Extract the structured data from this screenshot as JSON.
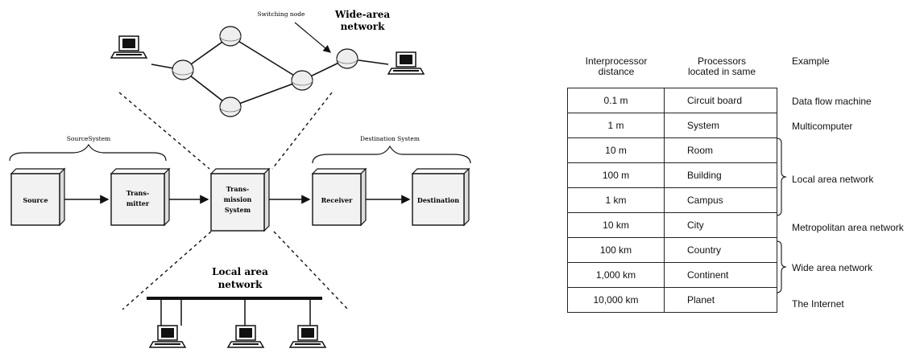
{
  "diagram": {
    "switching_node_label": "Switching node",
    "wan_label_line1": "Wide-area",
    "wan_label_line2": "network",
    "source_system_label": "SourceSystem",
    "destination_system_label": "Destination System",
    "blocks": {
      "source": "Source",
      "transmitter_line1": "Trans-",
      "transmitter_line2": "mitter",
      "transmission_line1": "Trans-",
      "transmission_line2": "mission",
      "transmission_line3": "System",
      "receiver": "Receiver",
      "destination": "Destination"
    },
    "lan_label_line1": "Local area",
    "lan_label_line2": "network"
  },
  "table": {
    "header_distance_line1": "Interprocessor",
    "header_distance_line2": "distance",
    "header_location_line1": "Processors",
    "header_location_line2": "located in same",
    "header_example": "Example",
    "rows": [
      {
        "distance": "0.1 m",
        "location": "Circuit board"
      },
      {
        "distance": "1 m",
        "location": "System"
      },
      {
        "distance": "10 m",
        "location": "Room"
      },
      {
        "distance": "100 m",
        "location": "Building"
      },
      {
        "distance": "1 km",
        "location": "Campus"
      },
      {
        "distance": "10 km",
        "location": "City"
      },
      {
        "distance": "100 km",
        "location": "Country"
      },
      {
        "distance": "1,000 km",
        "location": "Continent"
      },
      {
        "distance": "10,000 km",
        "location": "Planet"
      }
    ],
    "examples": {
      "data_flow": "Data flow machine",
      "multicomputer": "Multicomputer",
      "lan": "Local area network",
      "man": "Metropolitan area network",
      "wan": "Wide area network",
      "internet": "The Internet"
    }
  }
}
